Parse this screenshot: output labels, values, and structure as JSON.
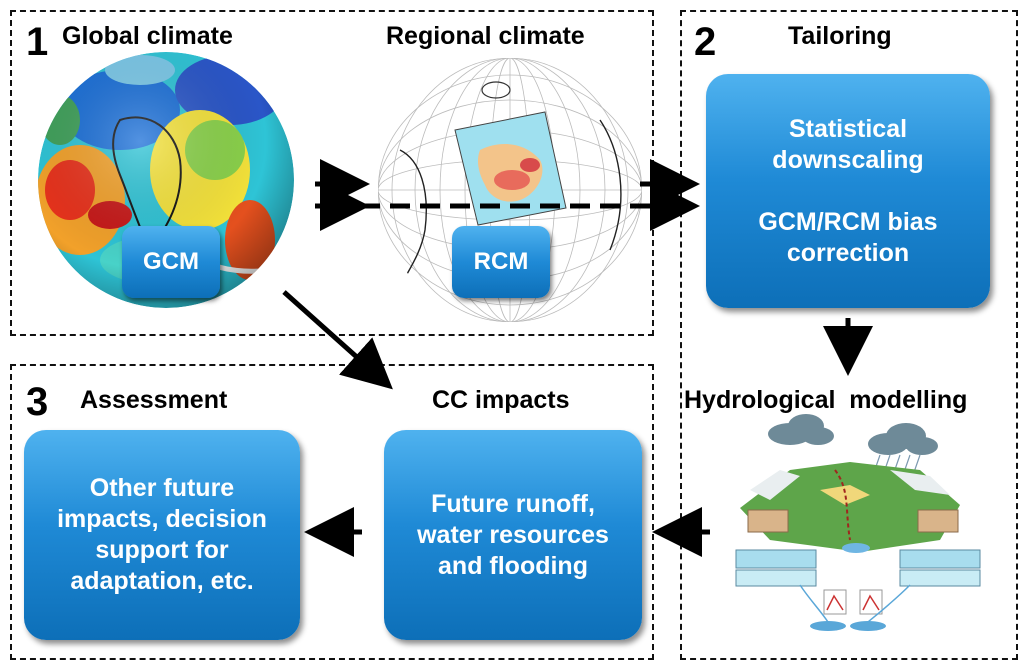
{
  "panel1": {
    "number": "1",
    "global_title": "Global climate",
    "regional_title": "Regional climate",
    "gcm_label": "GCM",
    "rcm_label": "RCM"
  },
  "panel2": {
    "number": "2",
    "title": "Tailoring",
    "box_lines": [
      "Statistical",
      "downscaling",
      "",
      "GCM/RCM bias",
      "correction"
    ],
    "hydro_title": "Hydrological  modelling"
  },
  "panel3": {
    "number": "3",
    "title": "Assessment",
    "impacts_title": "CC impacts",
    "impacts_lines": [
      "Future runoff,",
      "water resources",
      "and flooding"
    ],
    "assessment_lines": [
      "Other future",
      "impacts, decision",
      "support for",
      "adaptation, etc."
    ]
  },
  "colors": {
    "box_top": "#4fb2ef",
    "box_bottom": "#0d6fb8",
    "border": "#111111"
  }
}
